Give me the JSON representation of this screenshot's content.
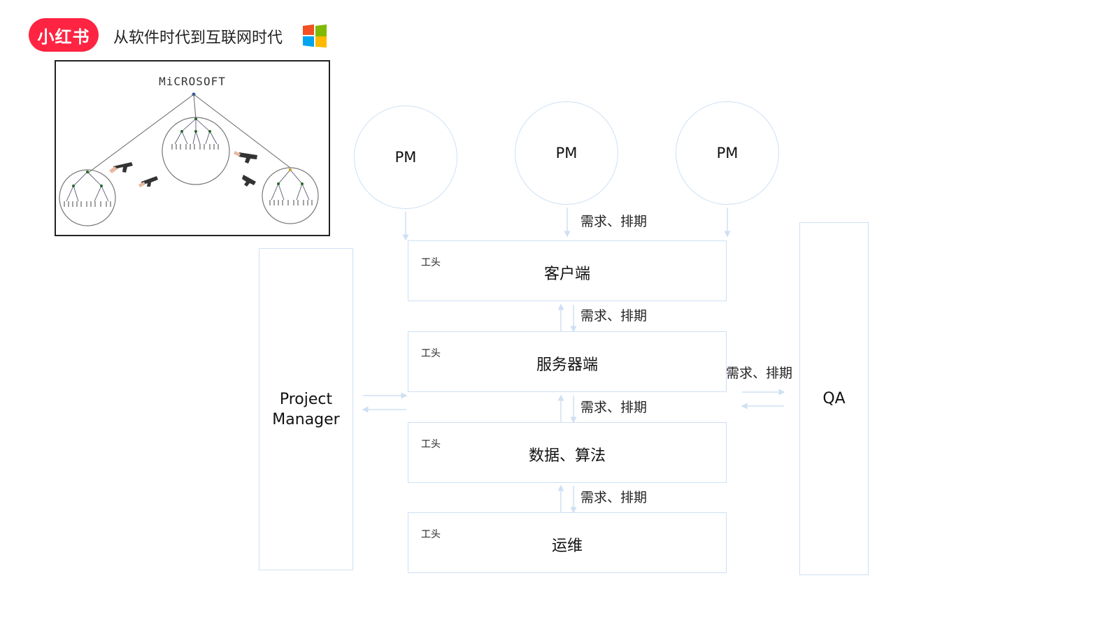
{
  "header": {
    "logo_text": "小红书",
    "title": "从软件时代到互联网时代",
    "logo_color": "#ff2442",
    "windows_colors": [
      "#f25022",
      "#7fba00",
      "#00a4ef",
      "#ffb900"
    ]
  },
  "illustration": {
    "caption": "MiCROSOFT"
  },
  "diagram": {
    "pms": [
      "PM",
      "PM",
      "PM"
    ],
    "pm_demand_label": "需求、排期",
    "foreman_label": "工头",
    "layers": [
      {
        "name": "客户端"
      },
      {
        "name": "服务器端"
      },
      {
        "name": "数据、算法"
      },
      {
        "name": "运维"
      }
    ],
    "between_labels": [
      "需求、排期",
      "需求、排期",
      "需求、排期"
    ],
    "project_manager": "Project\nManager",
    "qa": "QA",
    "qa_label": "需求、排期",
    "line_color": "#cfe0f3"
  }
}
